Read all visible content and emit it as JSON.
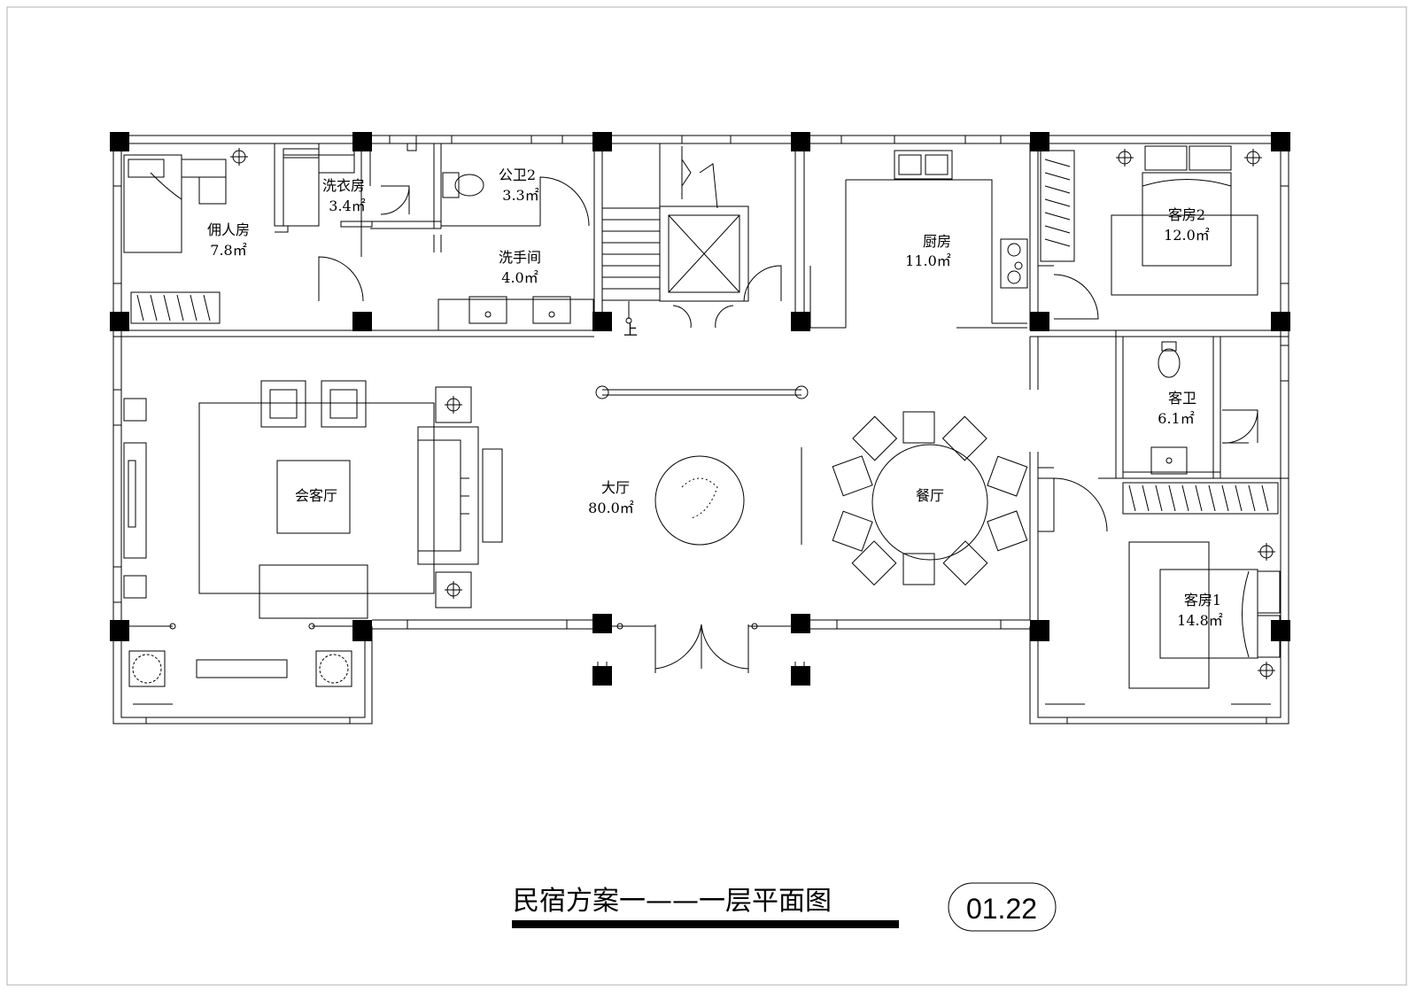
{
  "rooms": {
    "servant": {
      "name": "佣人房",
      "area": "7.8㎡"
    },
    "laundry": {
      "name": "洗衣房",
      "area": "3.4㎡"
    },
    "wc2": {
      "name": "公卫2",
      "area": "3.3㎡"
    },
    "washroom": {
      "name": "洗手间",
      "area": "4.0㎡"
    },
    "kitchen": {
      "name": "厨房",
      "area": "11.0㎡"
    },
    "guest2": {
      "name": "客房2",
      "area": "12.0㎡"
    },
    "guest_bath": {
      "name": "客卫",
      "area": "6.1㎡"
    },
    "guest1": {
      "name": "客房1",
      "area": "14.8㎡"
    },
    "reception": {
      "name": "会客厅"
    },
    "hall": {
      "name": "大厅",
      "area": "80.0㎡"
    },
    "dining": {
      "name": "餐厅"
    }
  },
  "stair_mark": "上",
  "title": "民宿方案一——一层平面图",
  "date_badge": "01.22"
}
